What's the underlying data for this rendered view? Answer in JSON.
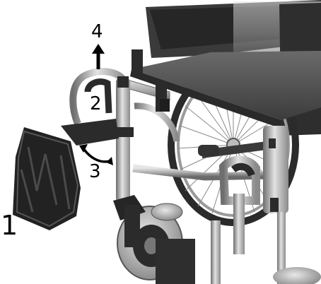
{
  "callouts": {
    "label_1": "1",
    "label_2": "2",
    "label_3": "3",
    "label_4": "4"
  },
  "colors": {
    "background": "#ffffff",
    "frame_silver": "#b8b8b8",
    "frame_shadow": "#7a7a7a",
    "dark_plastic": "#2b2b2b",
    "seat": "#5a5a5a",
    "tire": "#c9c9c9"
  }
}
